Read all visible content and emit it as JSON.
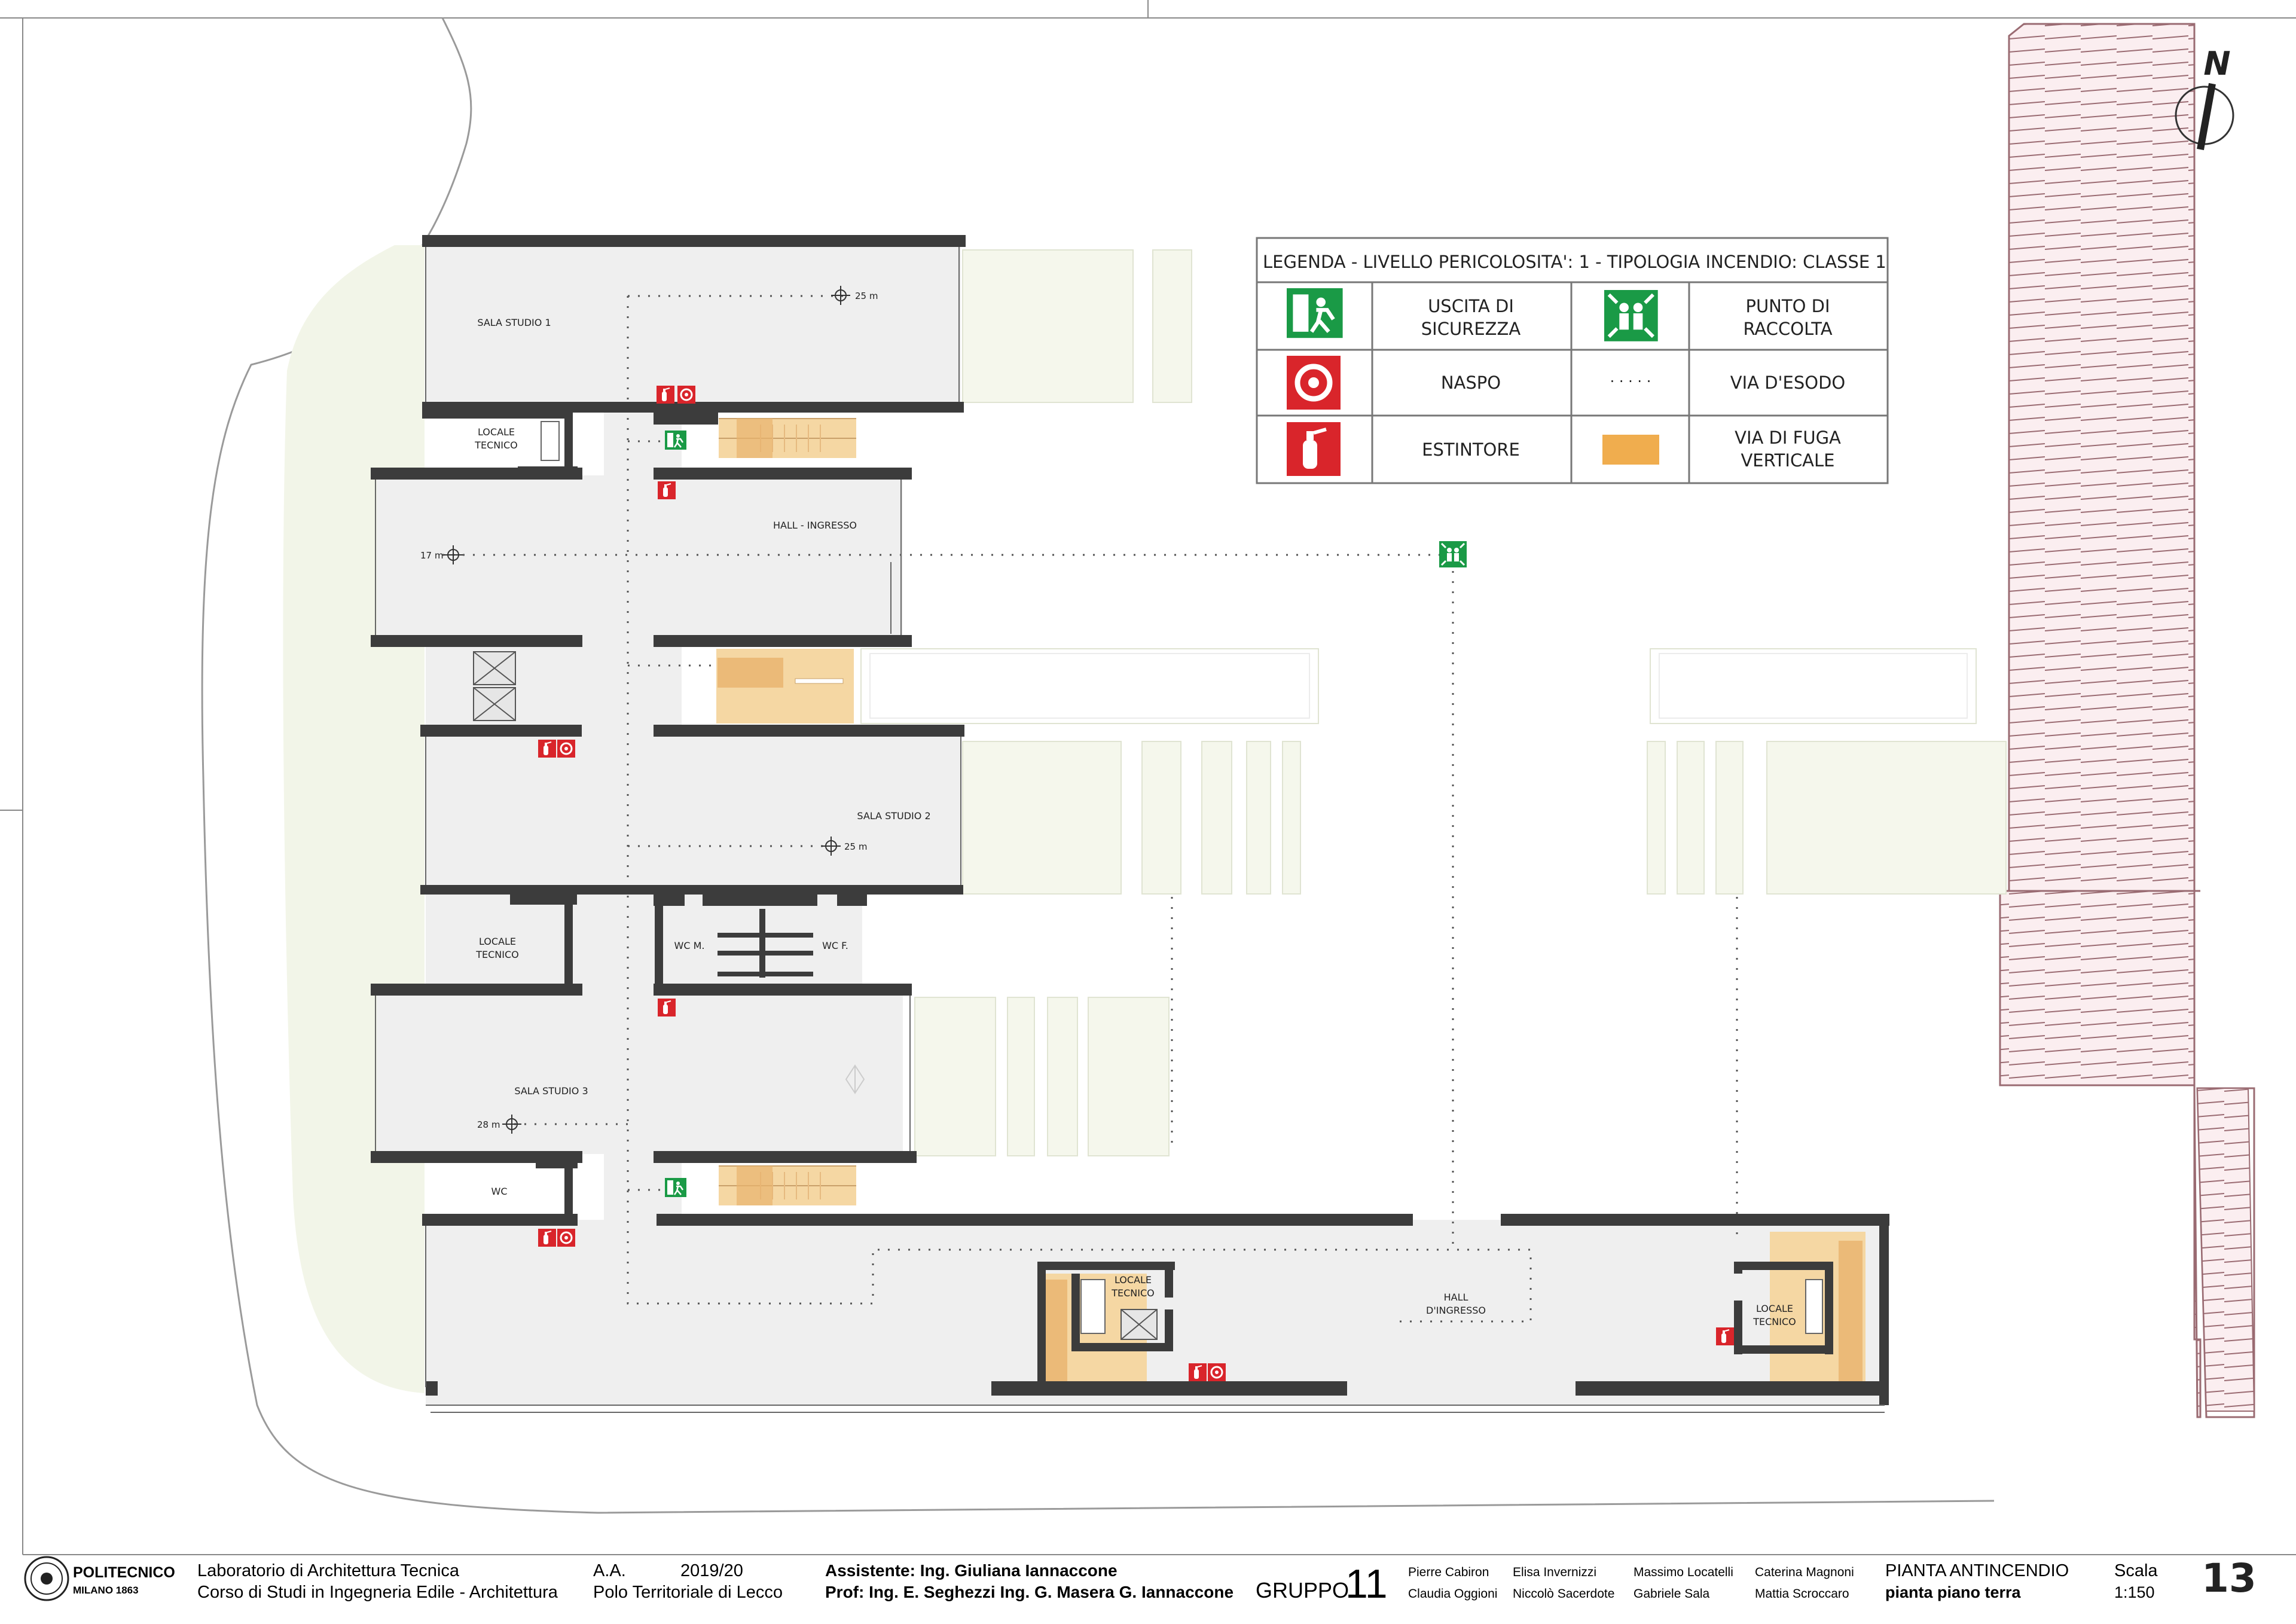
{
  "north_label": "N",
  "legend": {
    "title": "LEGENDA - LIVELLO PERICOLOSITA': 1 - TIPOLOGIA INCENDIO: CLASSE 1",
    "exit_label": [
      "USCITA DI",
      "SICUREZZA"
    ],
    "assembly_label": [
      "PUNTO DI",
      "RACCOLTA"
    ],
    "hose_label": "NASPO",
    "route_symbol": "· · · · ·",
    "route_label": "VIA D'ESODO",
    "extinguisher_label": "ESTINTORE",
    "vertical_label": [
      "VIA DI FUGA",
      "VERTICALE"
    ]
  },
  "rooms": {
    "sala1": "SALA STUDIO 1",
    "locale1": [
      "LOCALE",
      "TECNICO"
    ],
    "hall": "HALL - INGRESSO",
    "sala2": "SALA STUDIO 2",
    "locale2": [
      "LOCALE",
      "TECNICO"
    ],
    "wcm": "WC M.",
    "wcf": "WC F.",
    "sala3": "SALA STUDIO 3",
    "wc": "WC",
    "locale3": [
      "LOCALE",
      "TECNICO"
    ],
    "hall_ingresso": [
      "HALL",
      "D'INGRESSO"
    ],
    "locale4": [
      "LOCALE",
      "TECNICO"
    ]
  },
  "distances": {
    "d1": "25 m",
    "d2": "17 m",
    "d3": "25 m",
    "d4": "28 m"
  },
  "title_block": {
    "logo_name": "POLITECNICO",
    "logo_sub": "MILANO 1863",
    "course1": "Laboratorio di Architettura Tecnica",
    "course2": "Corso di Studi in Ingegneria Edile - Architettura",
    "aa_label": "A.A.",
    "aa_value": "2019/20",
    "polo": "Polo Territoriale di Lecco",
    "assistant": "Assistente: Ing. Giuliana Iannaccone",
    "profs": "Prof: Ing. E. Seghezzi Ing. G. Masera G. Iannaccone",
    "group_label": "GRUPPO",
    "group_num": "11",
    "members": [
      "Pierre Cabiron",
      "Elisa Invernizzi",
      "Massimo Locatelli",
      "Caterina Magnoni",
      "Claudia Oggioni",
      "Niccolò Sacerdote",
      "Gabriele Sala",
      "Mattia Scroccaro"
    ],
    "drawing_title": "PIANTA ANTINCENDIO",
    "drawing_sub": "pianta piano terra",
    "scale_label": "Scala",
    "scale_value": "1:150",
    "sheet_num": "13"
  }
}
